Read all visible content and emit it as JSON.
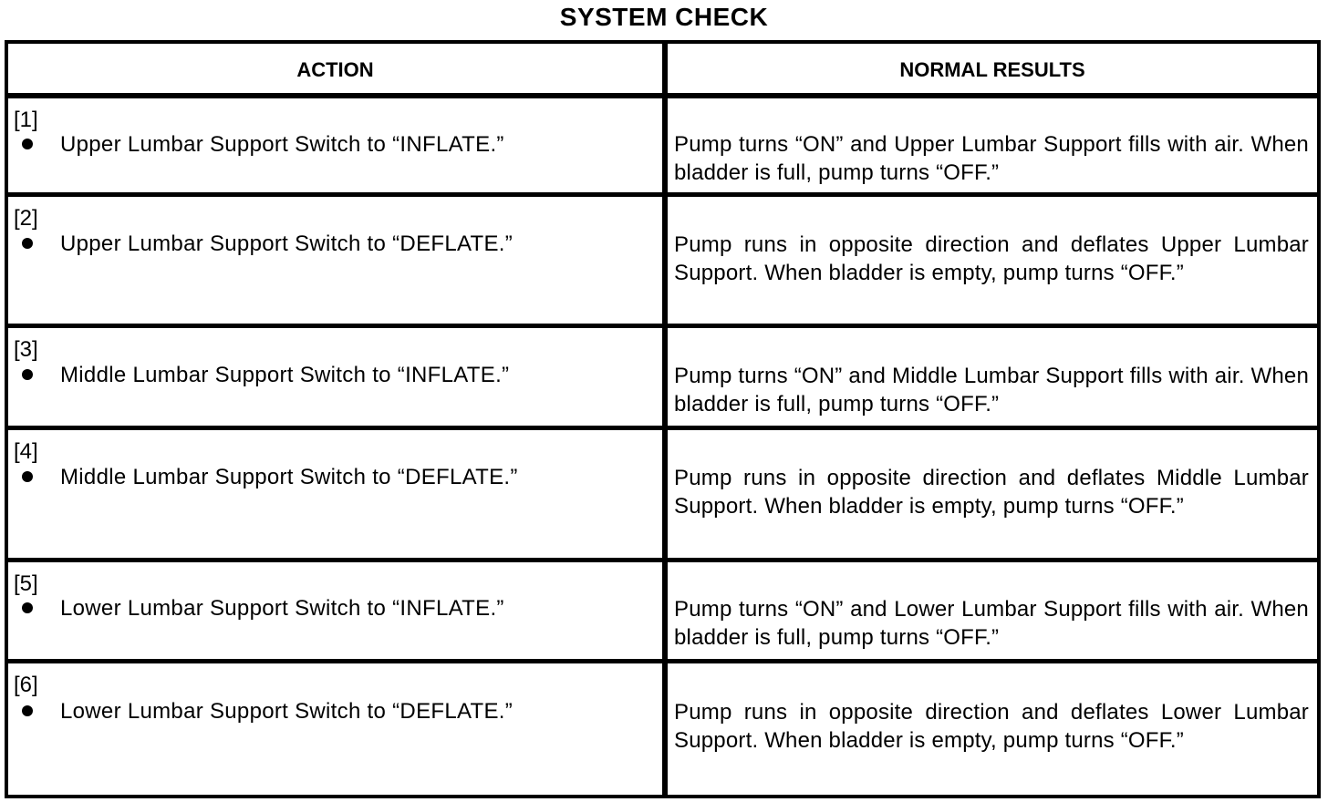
{
  "title": "SYSTEM CHECK",
  "table": {
    "headers": {
      "action": "ACTION",
      "normal_results": "NORMAL RESULTS"
    },
    "rows": [
      {
        "step": "[1]",
        "action": "Upper Lumbar Support Switch to “INFLATE.”",
        "result": "Pump turns “ON” and Upper Lumbar Support fills with air.  When bladder is full, pump turns “OFF.”"
      },
      {
        "step": "[2]",
        "action": "Upper Lumbar Support Switch to “DEFLATE.”",
        "result": "Pump runs in opposite direction and deflates Upper Lumbar Support.  When bladder is empty, pump turns “OFF.”"
      },
      {
        "step": "[3]",
        "action": "Middle Lumbar Support Switch to “INFLATE.”",
        "result": "Pump turns “ON” and Middle Lumbar Support fills with air.  When bladder is full, pump turns “OFF.”"
      },
      {
        "step": "[4]",
        "action": "Middle Lumbar Support Switch to “DEFLATE.”",
        "result": "Pump runs in opposite direction and deflates Middle Lumbar Support.  When bladder is empty, pump turns “OFF.”"
      },
      {
        "step": "[5]",
        "action": "Lower Lumbar Support Switch to “INFLATE.”",
        "result": "Pump turns “ON” and Lower Lumbar Support fills with air.  When bladder is full, pump turns “OFF.”"
      },
      {
        "step": "[6]",
        "action": "Lower Lumbar Support Switch to “DEFLATE.”",
        "result": "Pump runs in opposite direction and deflates Lower Lumbar Support.  When bladder is empty, pump turns “OFF.”"
      }
    ]
  }
}
